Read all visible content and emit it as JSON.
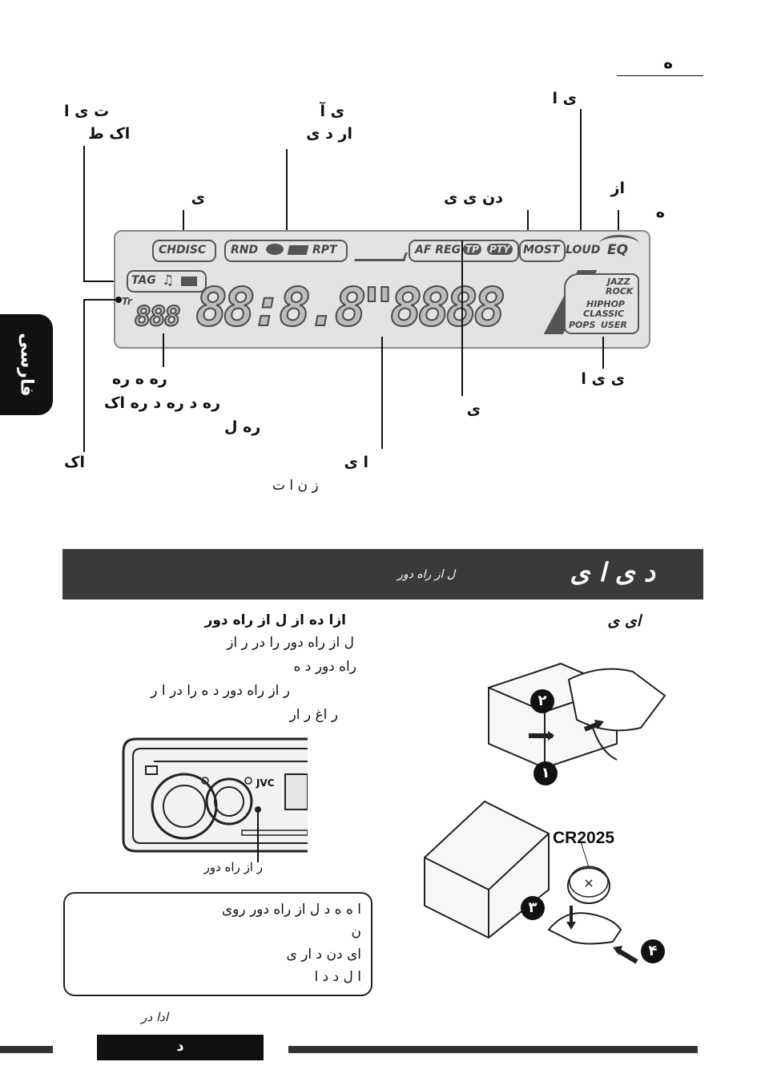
{
  "header": {
    "title": "ه"
  },
  "side_tab": {
    "label": "فارسی"
  },
  "labels": {
    "top_left_1": "ت        ی ا",
    "top_left_2": "اک          ط",
    "top_mid_1": "ی        آ",
    "top_mid_2": "ار     د ی",
    "top_right_1": "ی      ا",
    "right_az": "از",
    "right_h": "ه",
    "chdisc_label": "ی",
    "mid_label": "دن      ی         ی",
    "bottom_left_1": "ره         ه               ره",
    "bottom_left_2": "ره              د ره د               ره          اک",
    "bottom_left_3": "ره        ل",
    "bottom_left_4": "اک",
    "bottom_mid_1": "ا        ی",
    "bottom_mid_2": "ز      ن         ا           ت",
    "bottom_right_1": "ی        ی       ا",
    "bottom_right_2": "ی"
  },
  "lcd": {
    "chdisc": "CHDISC",
    "rnd": "RND",
    "rpt": "RPT",
    "af_reg": "AF REG",
    "tp": "TP",
    "pty": "PTY",
    "most": "MOST",
    "loud": "LOUD",
    "eq": "EQ",
    "tag": "TAG",
    "tr": "Tr",
    "small_digits": "888",
    "main_digits": "88:8.8\"8888",
    "jazz": "JAZZ",
    "rock": "ROCK",
    "hiphop": "HIPHOP",
    "classic": "CLASSIC",
    "pops": "POPS",
    "user": "USER"
  },
  "banner": {
    "title": "د       ی ا     ی",
    "subtitle": "ل از راه دور"
  },
  "left_col": {
    "heading": "ازا       ده از       ل از راه دور",
    "p1": "ل از راه دور را              در                ر از",
    "p2": "راه دور د          ه",
    "p3": "ر از راه دور د         ه را در         ا        ر",
    "p4": "ر              اغ          ر             ار",
    "sensor_caption": "ر از راه دور",
    "brand": "JVC"
  },
  "note": {
    "l1": "ا          ه           ه                  د        ل از راه دور روی",
    "l2": "ن",
    "l3": "ای                   دن         د          ار          ی",
    "l4": "ا       ل    د            د               ا"
  },
  "right_col": {
    "heading": "ای                               ی"
  },
  "steps": {
    "s1": "۱",
    "s2": "۲",
    "s3": "۳",
    "s4": "۴"
  },
  "battery": {
    "label": "CR2025"
  },
  "footer": {
    "cont": "ادا    در",
    "page_label": "د"
  }
}
